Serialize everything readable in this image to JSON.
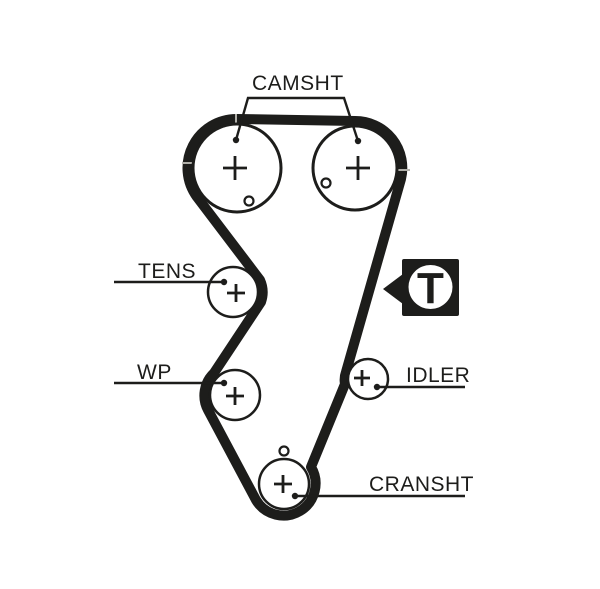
{
  "colors": {
    "ink": "#1d1d1b",
    "paper": "#ffffff",
    "mark": "#b0afa9"
  },
  "diagram": {
    "type": "timing-belt-routing",
    "labels": {
      "camshaft": "CAMSHT",
      "tensioner": "TENS",
      "water_pump": "WP",
      "idler": "IDLER",
      "crankshaft": "CRANSHT"
    },
    "t_icon": {
      "letter": "T"
    },
    "pulleys": [
      {
        "name": "camshaft-left",
        "label": "CAMSHT",
        "plus_mark": true,
        "timing_dot": true
      },
      {
        "name": "camshaft-right",
        "label": "CAMSHT",
        "plus_mark": true,
        "timing_dot": true
      },
      {
        "name": "tensioner",
        "label": "TENS",
        "plus_mark": true,
        "timing_dot": false
      },
      {
        "name": "water-pump",
        "label": "WP",
        "plus_mark": true,
        "timing_dot": false
      },
      {
        "name": "idler",
        "label": "IDLER",
        "plus_mark": true,
        "timing_dot": false
      },
      {
        "name": "crankshaft",
        "label": "CRANSHT",
        "plus_mark": true,
        "timing_dot": true
      }
    ]
  }
}
